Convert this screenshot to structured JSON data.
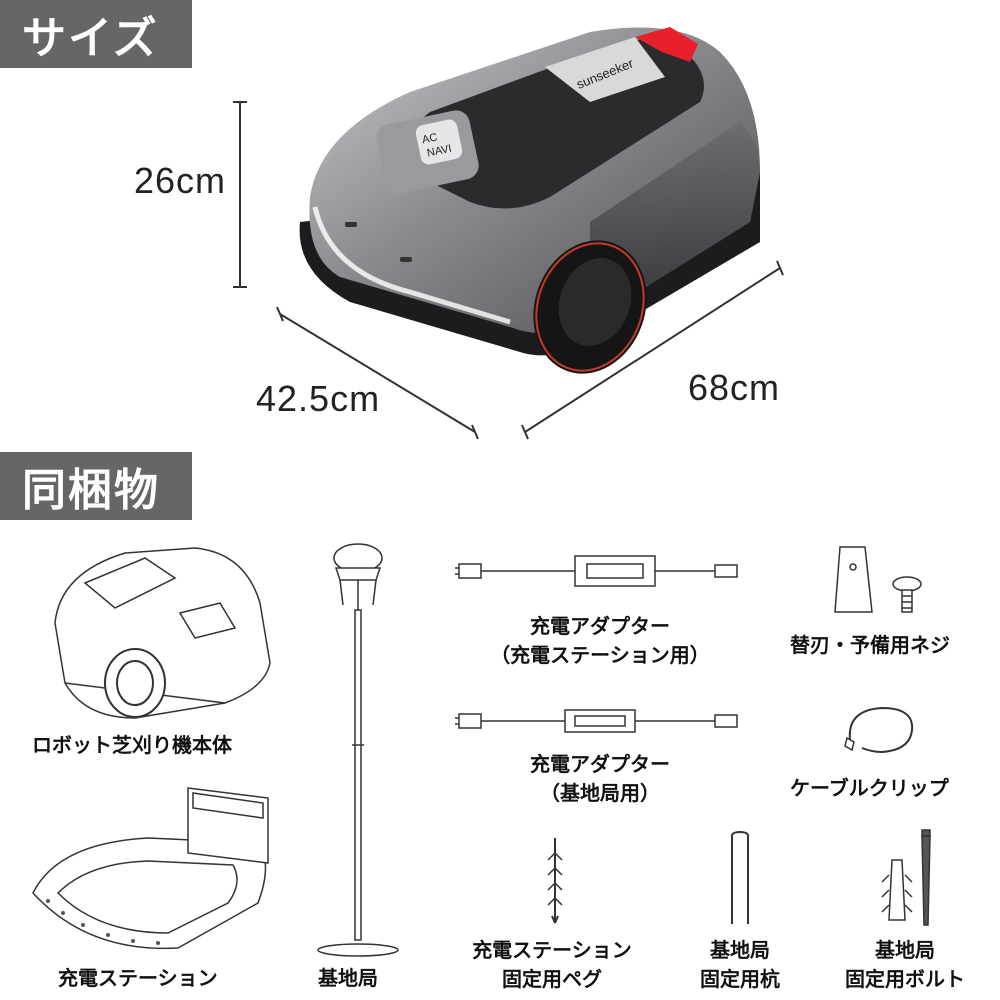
{
  "sections": {
    "size_title": "サイズ",
    "contents_title": "同梱物"
  },
  "dimensions": {
    "height": "26cm",
    "width": "42.5cm",
    "length": "68cm"
  },
  "mower_brand": "sunseeker",
  "mower_badge": [
    "AC",
    "NAVI"
  ],
  "items": {
    "robot": "ロボット芝刈り機本体",
    "station": "充電ステーション",
    "base": "基地局",
    "adapter_station_1": "充電アダプター",
    "adapter_station_2": "（充電ステーション用）",
    "adapter_base_1": "充電アダプター",
    "adapter_base_2": "（基地局用）",
    "blades": "替刃・予備用ネジ",
    "cable_clip": "ケーブルクリップ",
    "peg_1": "充電ステーション",
    "peg_2": "固定用ペグ",
    "stake_1": "基地局",
    "stake_2": "固定用杭",
    "bolt_1": "基地局",
    "bolt_2": "固定用ボルト"
  },
  "colors": {
    "label_bg": "#666666",
    "accent_red": "#e8202a"
  }
}
